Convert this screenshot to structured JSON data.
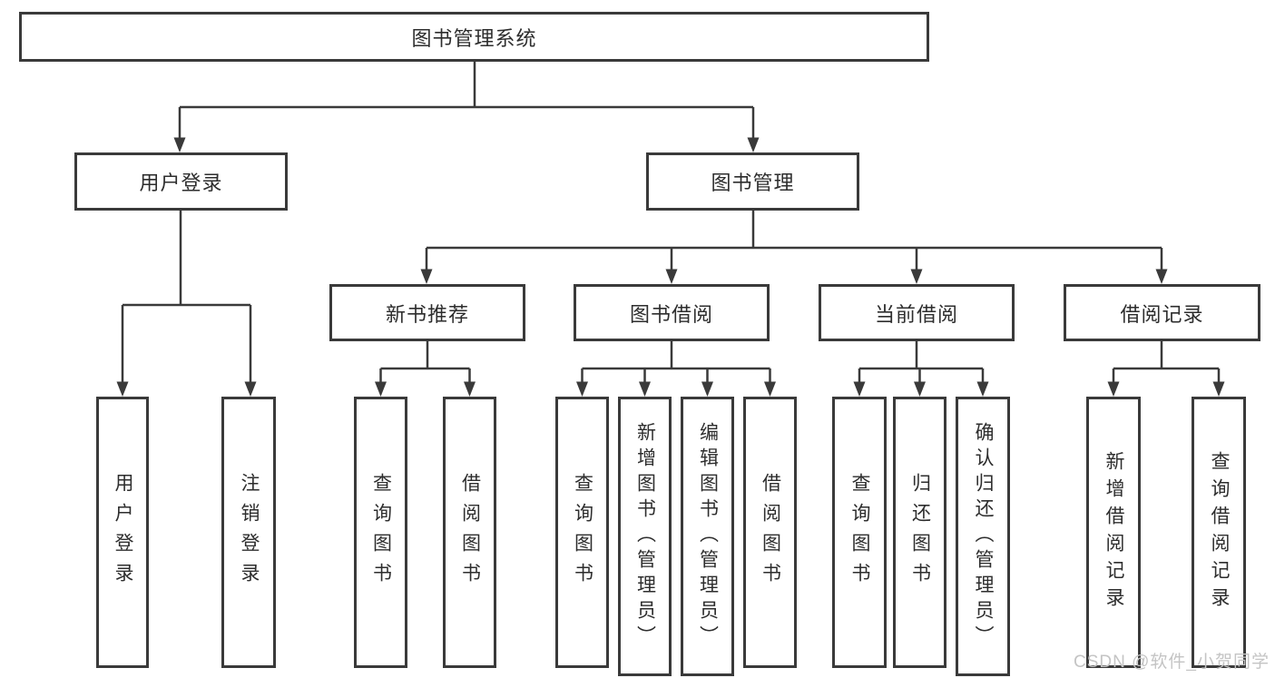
{
  "diagram": {
    "type": "hierarchy-diagram",
    "colors": {
      "background": "#ffffff",
      "line": "#3a3a3a",
      "box_border": "#3a3a3a",
      "text": "#2d2d2d",
      "watermark": "#c4c4c4"
    },
    "tree": {
      "label": "图书管理系统",
      "children": [
        {
          "label": "用户登录",
          "children": [
            {
              "label": "用户登录"
            },
            {
              "label": "注销登录"
            }
          ]
        },
        {
          "label": "图书管理",
          "children": [
            {
              "label": "新书推荐",
              "children": [
                {
                  "label": "查询图书"
                },
                {
                  "label": "借阅图书"
                }
              ]
            },
            {
              "label": "图书借阅",
              "children": [
                {
                  "label": "查询图书"
                },
                {
                  "label": "新增图书（管理员）"
                },
                {
                  "label": "编辑图书（管理员）"
                },
                {
                  "label": "借阅图书"
                }
              ]
            },
            {
              "label": "当前借阅",
              "children": [
                {
                  "label": "查询图书"
                },
                {
                  "label": "归还图书"
                },
                {
                  "label": "确认归还（管理员）"
                }
              ]
            },
            {
              "label": "借阅记录",
              "children": [
                {
                  "label": "新增借阅记录"
                },
                {
                  "label": "查询借阅记录"
                }
              ]
            }
          ]
        }
      ]
    },
    "watermark": {
      "text": "CSDN @软件_小贺同学"
    }
  }
}
